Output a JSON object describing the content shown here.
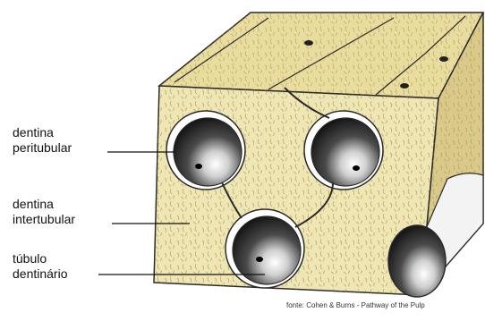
{
  "labels": {
    "peritubular": {
      "line1": "dentina",
      "line2": "peritubular"
    },
    "intertubular": {
      "line1": "dentina",
      "line2": "intertubular"
    },
    "tubulo": {
      "line1": "túbulo",
      "line2": "dentinário"
    }
  },
  "credit": "fonte: Cohen & Burns - Pathway of the Pulp",
  "colors": {
    "dentin_front": "#efe6b6",
    "dentin_top": "#e9dc9f",
    "dentin_side": "#d9c98a",
    "tubule_dark": "#0c0c0c",
    "outline": "#2a2a2a"
  }
}
